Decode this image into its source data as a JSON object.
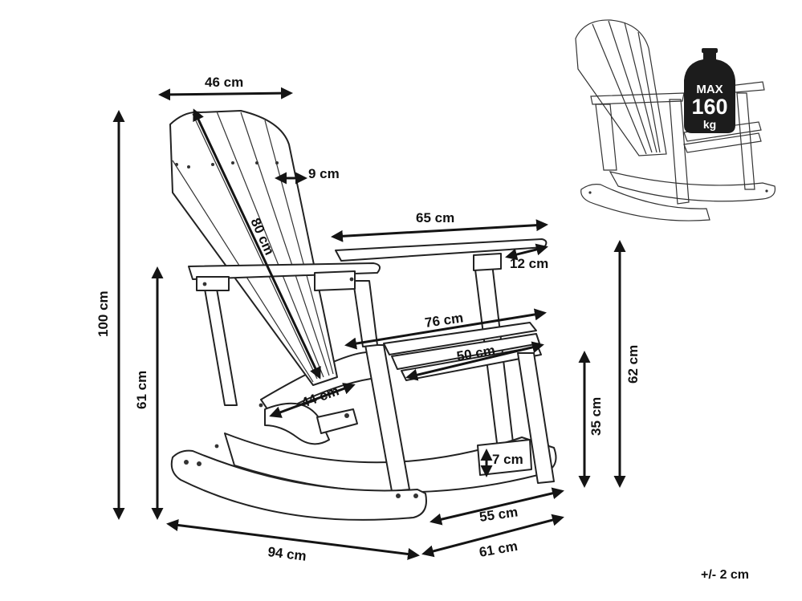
{
  "dimensions": {
    "width_top": "46 cm",
    "back_height": "80 cm",
    "slat_width": "9 cm",
    "arm_length": "65 cm",
    "arm_width": "12 cm",
    "seat_depth_outer": "76 cm",
    "seat_depth_inner": "50 cm",
    "seat_width": "44 cm",
    "total_height": "100 cm",
    "arm_height": "61 cm",
    "height_right": "62 cm",
    "seat_height": "35 cm",
    "clearance": "7 cm",
    "base_width": "55 cm",
    "total_length": "94 cm",
    "total_width": "61 cm"
  },
  "weight_badge": {
    "prefix": "MAX",
    "value": "160",
    "unit": "kg"
  },
  "tolerance": "+/- 2 cm"
}
